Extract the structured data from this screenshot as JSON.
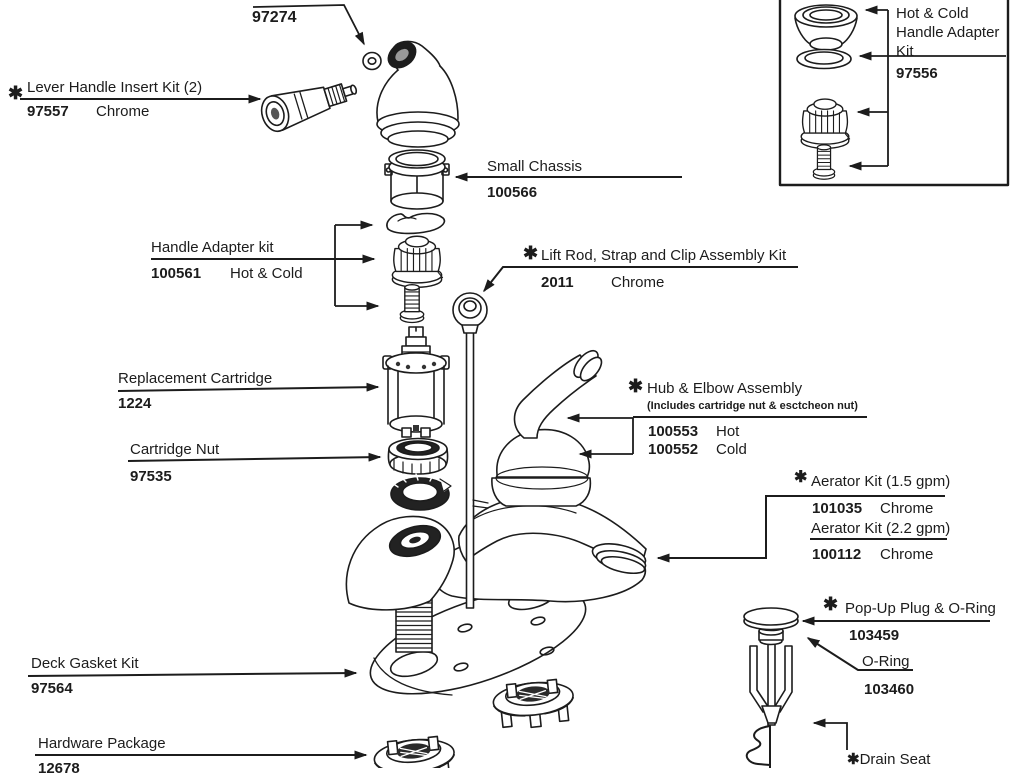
{
  "diagram": {
    "title": "Faucet exploded parts diagram",
    "colors": {
      "ink": "#1c1c1c",
      "background": "#ffffff"
    },
    "callouts": {
      "top_screw": {
        "number": "97274"
      },
      "lever_handle_insert_kit": {
        "asterisk": "✱",
        "label": "Lever Handle Insert Kit (2)",
        "number": "97557",
        "finish": "Chrome"
      },
      "hot_cold_handle_adapter_kit": {
        "label_lines": [
          "Hot & Cold",
          "Handle Adapter",
          "Kit"
        ],
        "number": "97556"
      },
      "small_chassis": {
        "label": "Small Chassis",
        "number": "100566"
      },
      "handle_adapter_kit": {
        "label": "Handle Adapter kit",
        "number": "100561",
        "finish": "Hot & Cold"
      },
      "lift_rod_kit": {
        "asterisk": "✱",
        "label": "Lift Rod, Strap and Clip Assembly Kit",
        "number": "2011",
        "finish": "Chrome"
      },
      "replacement_cartridge": {
        "label": "Replacement Cartridge",
        "number": "1224"
      },
      "cartridge_nut": {
        "label": "Cartridge Nut",
        "number": "97535"
      },
      "hub_elbow_assembly": {
        "asterisk": "✱",
        "label": "Hub & Elbow Assembly",
        "note": "(Includes cartridge nut & esctcheon nut)",
        "rows": [
          {
            "number": "100553",
            "finish": "Hot"
          },
          {
            "number": "100552",
            "finish": "Cold"
          }
        ]
      },
      "aerator_kit_15": {
        "asterisk": "✱",
        "label": "Aerator Kit (1.5 gpm)",
        "number": "101035",
        "finish": "Chrome"
      },
      "aerator_kit_22": {
        "label": "Aerator Kit (2.2 gpm)",
        "number": "100112",
        "finish": "Chrome"
      },
      "popup_plug_oring": {
        "asterisk": "✱",
        "label": "Pop-Up Plug & O-Ring",
        "number": "103459"
      },
      "o_ring": {
        "label": "O-Ring",
        "number": "103460"
      },
      "deck_gasket_kit": {
        "label": "Deck Gasket Kit",
        "number": "97564"
      },
      "hardware_package": {
        "label": "Hardware Package",
        "number": "12678"
      },
      "drain_seat": {
        "asterisk": "✱",
        "label": "Drain Seat"
      }
    }
  }
}
